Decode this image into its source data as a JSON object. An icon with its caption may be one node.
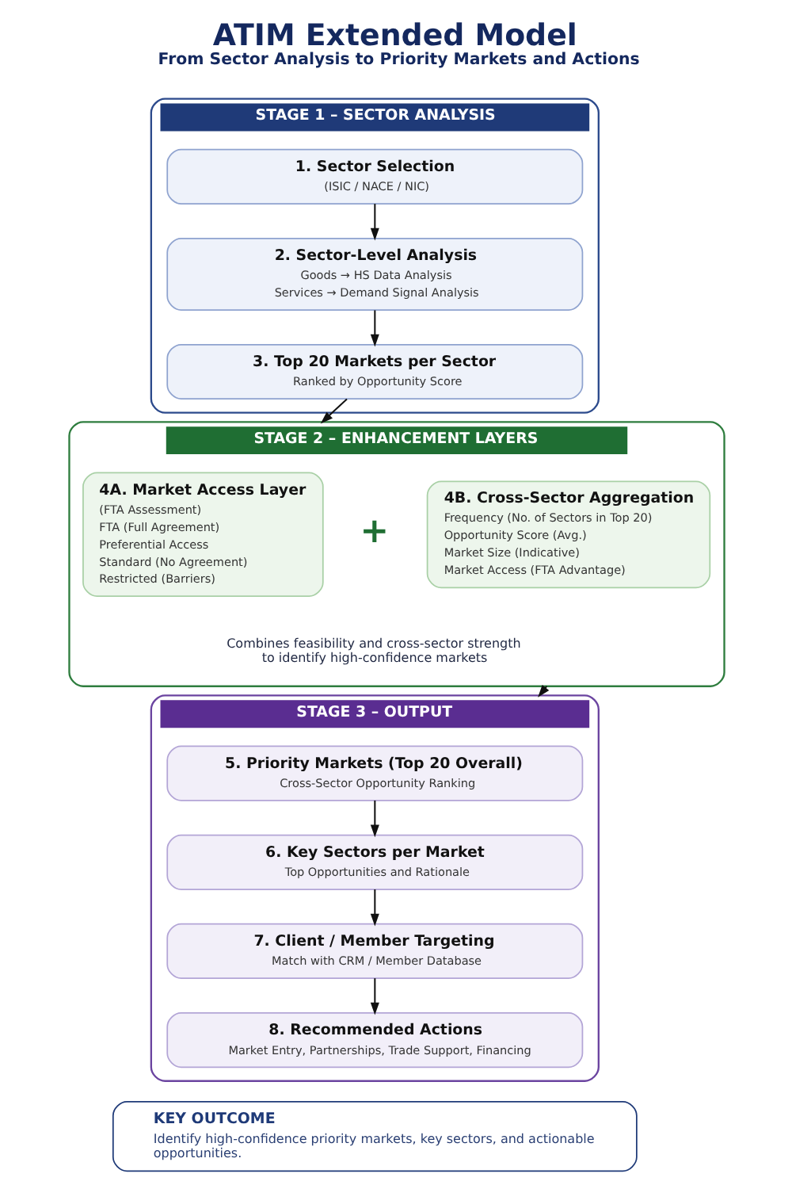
{
  "diagram": {
    "title": "ATIM Extended Model",
    "caption": "From Sector Analysis to Priority Markets and Actions",
    "nodes": [
      {
        "text": [
          "STAGE 1 – SECTOR ANALYSIS"
        ]
      },
      {
        "text": [
          "1. Sector Selection",
          "(ISIC / NACE / NIC)"
        ],
        "in": 0
      },
      {
        "text": [
          "2. Sector-Level Analysis",
          "Goods → HS Data Analysis",
          "Services → Demand Signal Analysis"
        ],
        "in": 0
      },
      {
        "text": [
          "3. Top 20 Markets per Sector",
          "Ranked by Opportunity Score"
        ],
        "in": 0
      },
      {
        "text": [
          "STAGE 2 – ENHANCEMENT LAYERS"
        ]
      },
      {
        "text": [
          "4A. Market Access Layer",
          "(FTA Assessment)",
          "FTA (Full Agreement)",
          "Preferential Access",
          "Standard (No Agreement)",
          "Restricted (Barriers)"
        ],
        "in": 4
      },
      {
        "text": [
          "4B. Cross-Sector Aggregation",
          "Frequency (No. of Sectors in Top 20)",
          "Opportunity Score (Avg.)",
          "Market Size (Indicative)",
          "Market Access (FTA Advantage)"
        ],
        "in": 4
      },
      {
        "text": [
          "STAGE 3 – OUTPUT"
        ]
      },
      {
        "text": [
          "5. Priority Markets (Top 20 Overall)",
          "Cross-Sector Opportunity Ranking"
        ],
        "in": 7
      },
      {
        "text": [
          "6. Key Sectors per Market",
          "Top Opportunities and Rationale"
        ],
        "in": 7
      },
      {
        "text": [
          "7. Client / Member Targeting",
          "Match with CRM / Member Database"
        ],
        "in": 7
      },
      {
        "text": [
          "8. Recommended Actions",
          "Market Entry, Partnerships, Trade Support, Financing"
        ],
        "in": 7
      },
      {
        "text": [
          "KEY OUTCOME",
          "Identify high-confidence priority markets, key sectors, and actionable opportunities."
        ]
      }
    ],
    "edges": [
      {
        "from": 1,
        "to": 2,
        "arrow": "to"
      },
      {
        "from": 2,
        "to": 3,
        "arrow": "to"
      },
      {
        "from": 3,
        "to": 4,
        "arrow": "to"
      },
      {
        "from": 4,
        "to": 7,
        "arrow": "to"
      },
      {
        "from": 8,
        "to": 9,
        "arrow": "to"
      },
      {
        "from": 9,
        "to": 10,
        "arrow": "to"
      },
      {
        "from": 10,
        "to": 11,
        "arrow": "to"
      }
    ],
    "labels": [
      "+",
      "Combines feasibility and cross-sector strength to identify high-confidence markets"
    ]
  }
}
